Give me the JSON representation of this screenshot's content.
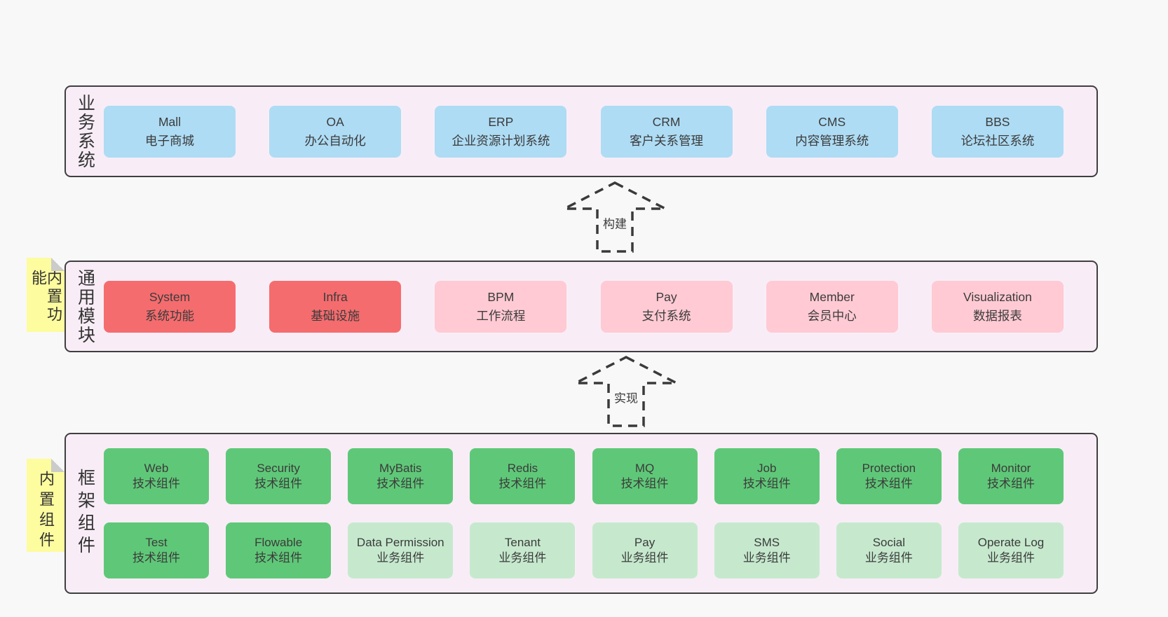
{
  "colors": {
    "page_bg": "#f8f8f8",
    "band_bg": "#f8edf6",
    "border": "#3f3f3f",
    "blue": "#aedcf4",
    "red": "#f56c6e",
    "pink": "#ffcad3",
    "green": "#5fc878",
    "green_light": "#c6e9ce",
    "note_yellow": "#fdfc9e",
    "text": "#3b3b3b"
  },
  "arrows": [
    {
      "label": "构建"
    },
    {
      "label": "实现"
    }
  ],
  "layers": [
    {
      "side_label": "业务系统",
      "boxes": [
        {
          "title": "Mall",
          "subtitle": "电子商城",
          "variant": "blue"
        },
        {
          "title": "OA",
          "subtitle": "办公自动化",
          "variant": "blue"
        },
        {
          "title": "ERP",
          "subtitle": "企业资源计划系统",
          "variant": "blue"
        },
        {
          "title": "CRM",
          "subtitle": "客户关系管理",
          "variant": "blue"
        },
        {
          "title": "CMS",
          "subtitle": "内容管理系统",
          "variant": "blue"
        },
        {
          "title": "BBS",
          "subtitle": "论坛社区系统",
          "variant": "blue"
        }
      ]
    },
    {
      "side_label": "通用模块",
      "note": "内置功能",
      "boxes": [
        {
          "title": "System",
          "subtitle": "系统功能",
          "variant": "red"
        },
        {
          "title": "Infra",
          "subtitle": "基础设施",
          "variant": "red"
        },
        {
          "title": "BPM",
          "subtitle": "工作流程",
          "variant": "pink"
        },
        {
          "title": "Pay",
          "subtitle": "支付系统",
          "variant": "pink"
        },
        {
          "title": "Member",
          "subtitle": "会员中心",
          "variant": "pink"
        },
        {
          "title": "Visualization",
          "subtitle": "数据报表",
          "variant": "pink"
        }
      ]
    },
    {
      "side_label": "框架组件",
      "note": "内置组件",
      "rows": [
        [
          {
            "title": "Web",
            "subtitle": "技术组件",
            "variant": "green"
          },
          {
            "title": "Security",
            "subtitle": "技术组件",
            "variant": "green"
          },
          {
            "title": "MyBatis",
            "subtitle": "技术组件",
            "variant": "green"
          },
          {
            "title": "Redis",
            "subtitle": "技术组件",
            "variant": "green"
          },
          {
            "title": "MQ",
            "subtitle": "技术组件",
            "variant": "green"
          },
          {
            "title": "Job",
            "subtitle": "技术组件",
            "variant": "green"
          },
          {
            "title": "Protection",
            "subtitle": "技术组件",
            "variant": "green"
          },
          {
            "title": "Monitor",
            "subtitle": "技术组件",
            "variant": "green"
          }
        ],
        [
          {
            "title": "Test",
            "subtitle": "技术组件",
            "variant": "green"
          },
          {
            "title": "Flowable",
            "subtitle": "技术组件",
            "variant": "green"
          },
          {
            "title": "Data Permission",
            "subtitle": "业务组件",
            "variant": "green-light"
          },
          {
            "title": "Tenant",
            "subtitle": "业务组件",
            "variant": "green-light"
          },
          {
            "title": "Pay",
            "subtitle": "业务组件",
            "variant": "green-light"
          },
          {
            "title": "SMS",
            "subtitle": "业务组件",
            "variant": "green-light"
          },
          {
            "title": "Social",
            "subtitle": "业务组件",
            "variant": "green-light"
          },
          {
            "title": "Operate Log",
            "subtitle": "业务组件",
            "variant": "green-light"
          }
        ]
      ]
    }
  ]
}
